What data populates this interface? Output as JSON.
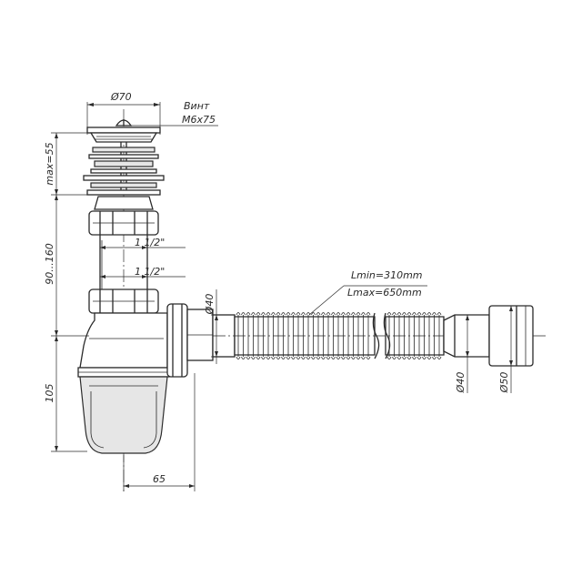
{
  "drawing": {
    "top_diameter": "Ø70",
    "screw_label": "Винт",
    "screw_size": "М6х75",
    "height_top": "max=55",
    "height_middle": "90...160",
    "height_bottom": "105",
    "thread_upper": "1 1/2\"",
    "thread_lower": "1 1/2\"",
    "outlet_diameter": "Ø40",
    "hose_min": "Lmin=310mm",
    "hose_max": "Lmax=650mm",
    "hose_end_inner": "Ø40",
    "hose_end_outer": "Ø50",
    "offset_width": "65"
  }
}
